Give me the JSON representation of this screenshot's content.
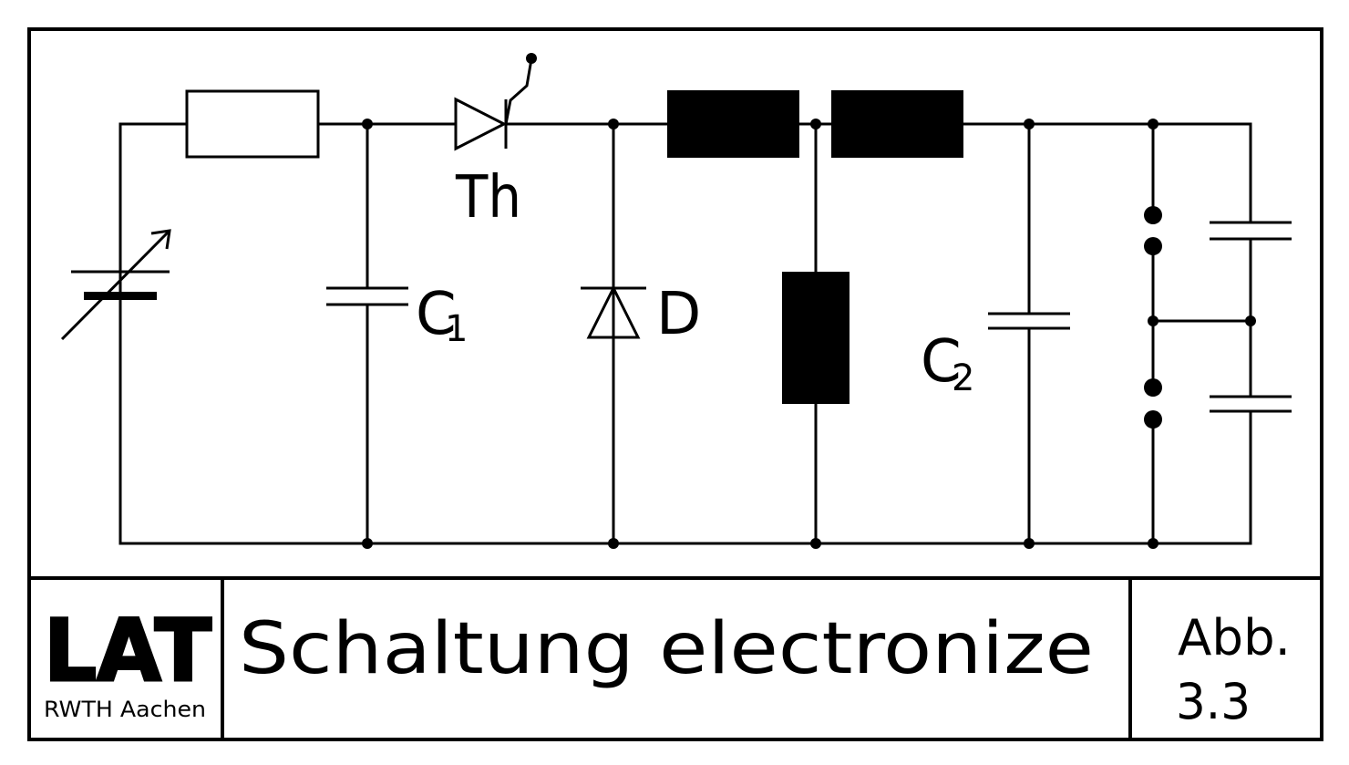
{
  "diagram": {
    "labels": {
      "thyristor": "Th",
      "c1_main": "C",
      "c1_sub": "1",
      "diode": "D",
      "c2_main": "C",
      "c2_sub": "2"
    }
  },
  "title_block": {
    "logo": "LAT",
    "logo_sub": "RWTH Aachen",
    "title": "Schaltung electronize",
    "fig_label": "Abb.",
    "fig_number": "3.3"
  }
}
